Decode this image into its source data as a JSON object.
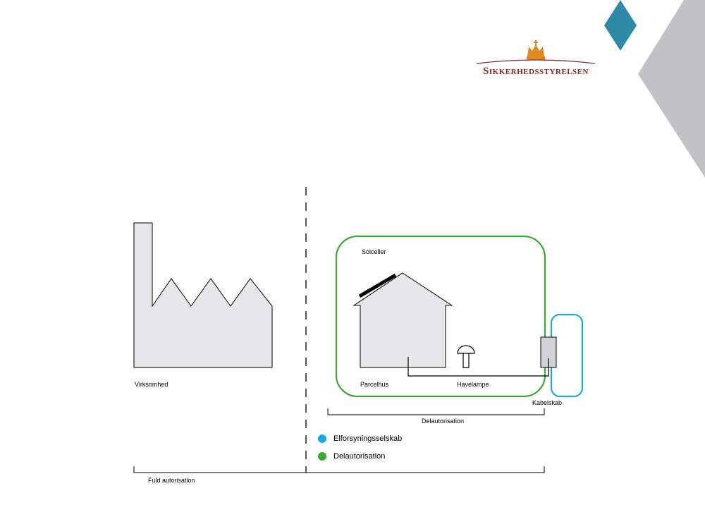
{
  "brand": {
    "name": "Sikkerhedsstyrelsen"
  },
  "labels": {
    "virksomhed": "Virksomhed",
    "solceller": "Solceller",
    "parcelhus": "Parcelhus",
    "havelampe": "Havelampe",
    "kabelskab": "Kabelskab",
    "delautorisation_bracket": "Delautorisation",
    "fuld_autorisation": "Fuld autorisation"
  },
  "legend": [
    {
      "label": "Elforsyningsselskab",
      "color": "#1ba8e6"
    },
    {
      "label": "Delautorisation",
      "color": "#3aaa35"
    }
  ],
  "colors": {
    "green_region": "#3aaa35",
    "blue_region": "#1ba8e6",
    "teal_diamond": "#2e8ba8",
    "gray_chevron": "#c1c2c4",
    "shape_fill": "#e6e7e8",
    "brand_red": "#8b2427",
    "crown_gold": "#e08a20"
  }
}
